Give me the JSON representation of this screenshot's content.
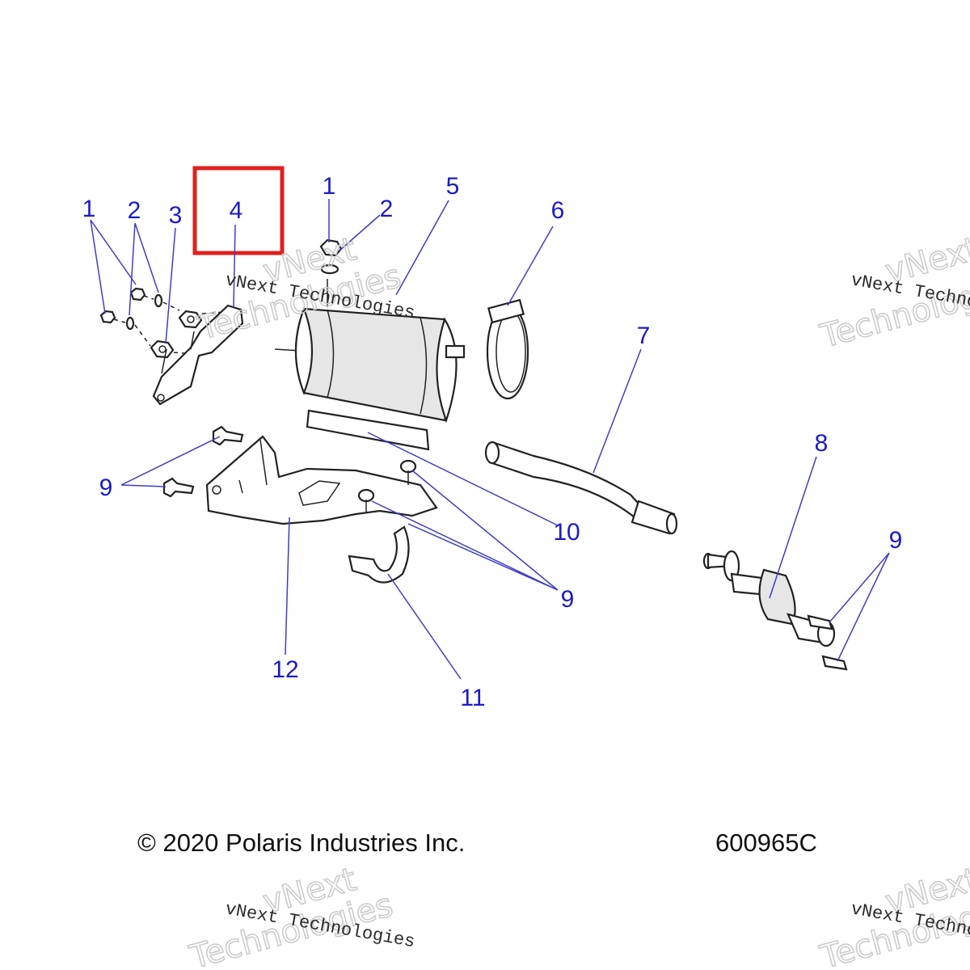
{
  "callouts": {
    "c1a": "1",
    "c2a": "2",
    "c3": "3",
    "c4": "4",
    "c1b": "1",
    "c2b": "2",
    "c5": "5",
    "c6": "6",
    "c7": "7",
    "c8": "8",
    "c9a": "9",
    "c9b": "9",
    "c9c": "9",
    "c10": "10",
    "c11": "11",
    "c12": "12"
  },
  "highlight_color": "#e0201e",
  "callout_color": "#1a1acc",
  "footer": {
    "copyright": "© 2020 Polaris Industries Inc.",
    "figure_id": "600965C"
  },
  "watermark": {
    "line_small": "vNext Technologies",
    "word_big_1": "vNext",
    "word_big_2": "Technologies"
  }
}
